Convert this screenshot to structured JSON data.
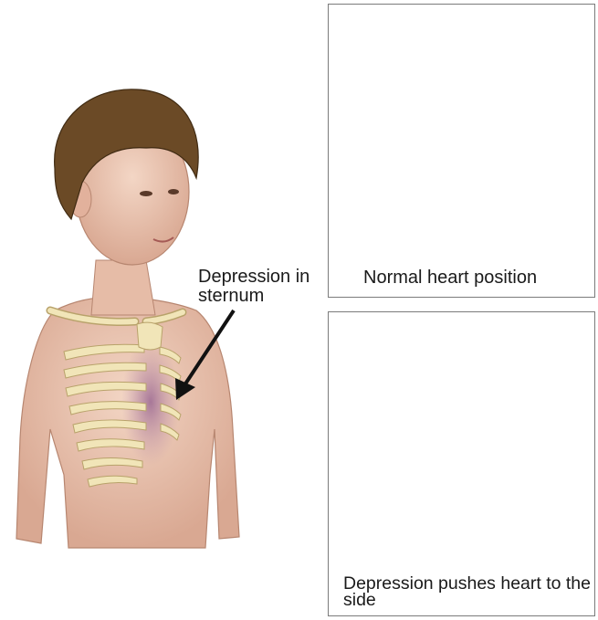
{
  "labels": {
    "depression_in_sternum": "Depression in sternum",
    "normal_heart_position": "Normal heart position",
    "depression_pushes_heart": "Depression pushes heart to the side"
  },
  "colors": {
    "skin": "#ecc9b6",
    "skin_shadow": "#d9a892",
    "hair": "#6b4a26",
    "rib": "#f1e5b8",
    "rib_outline": "#b8a26a",
    "bruise": "#a06a98",
    "heart": "#c9605a"
  }
}
